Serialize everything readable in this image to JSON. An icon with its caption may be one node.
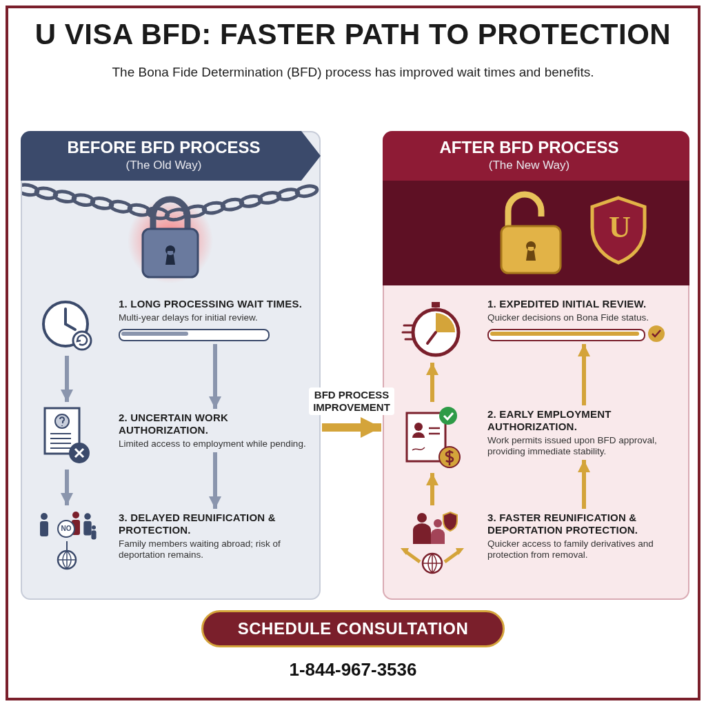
{
  "diagram": {
    "title": "U VISA BFD: FASTER PATH TO PROTECTION",
    "nodes": [
      {
        "text": [
          "BEFORE BFD PROCESS",
          "(The Old Way)"
        ]
      },
      {
        "text": [],
        "shape": "picture",
        "in": 0
      },
      {
        "text": [
          "1. LONG PROCESSING WAIT TIMES.",
          "Multi-year delays for initial review."
        ],
        "in": 0
      },
      {
        "text": [],
        "shape": "picture",
        "in": 0
      },
      {
        "text": [
          "2. UNCERTAIN WORK AUTHORIZATION.",
          "Limited access to employment while pending."
        ],
        "in": 0
      },
      {
        "text": [],
        "shape": "picture",
        "in": 0
      },
      {
        "text": [
          "3. DELAYED REUNIFICATION & PROTECTION.",
          "Family members waiting abroad; risk of deportation remains."
        ],
        "in": 0
      },
      {
        "text": [
          "AFTER BFD PROCESS",
          "(The New Way)"
        ]
      },
      {
        "text": [],
        "shape": "picture",
        "in": 7
      },
      {
        "text": [
          "1. EXPEDITED INITIAL REVIEW.",
          "Quicker decisions on Bona Fide status."
        ],
        "in": 7
      },
      {
        "text": [],
        "shape": "picture",
        "in": 7
      },
      {
        "text": [
          "2. EARLY EMPLOYMENT AUTHORIZATION.",
          "Work permits issued upon BFD approval, providing immediate stability."
        ],
        "in": 7
      },
      {
        "text": [],
        "shape": "picture",
        "in": 7
      },
      {
        "text": [
          "3. FASTER REUNIFICATION & DEPORTATION PROTECTION.",
          "Quicker access to family derivatives and protection from removal."
        ],
        "in": 7
      },
      {
        "text": [
          "SCHEDULE CONSULTATION"
        ]
      }
    ],
    "edges": [
      {
        "from": 1,
        "to": 3,
        "arrow": "to",
        "color": "#8a95ad"
      },
      {
        "from": 3,
        "to": 5,
        "arrow": "to",
        "color": "#8a95ad"
      },
      {
        "from": 2,
        "to": 4,
        "arrow": "to",
        "color": "#8a95ad"
      },
      {
        "from": 4,
        "to": 6,
        "arrow": "to",
        "color": "#8a95ad"
      },
      {
        "from": 0,
        "to": 7,
        "arrow": "to",
        "label": "BFD PROCESS IMPROVEMENT",
        "style": "thick"
      },
      {
        "from": 12,
        "to": 10,
        "arrow": "to"
      },
      {
        "from": 10,
        "to": 8,
        "arrow": "to"
      },
      {
        "from": 13,
        "to": 11,
        "arrow": "to"
      },
      {
        "from": 11,
        "to": 9,
        "arrow": "to"
      }
    ],
    "labels": [
      "The Bona Fide Determination (BFD) process has improved wait times and benefits.",
      "NO",
      "U",
      "1-844-967-3536"
    ]
  }
}
